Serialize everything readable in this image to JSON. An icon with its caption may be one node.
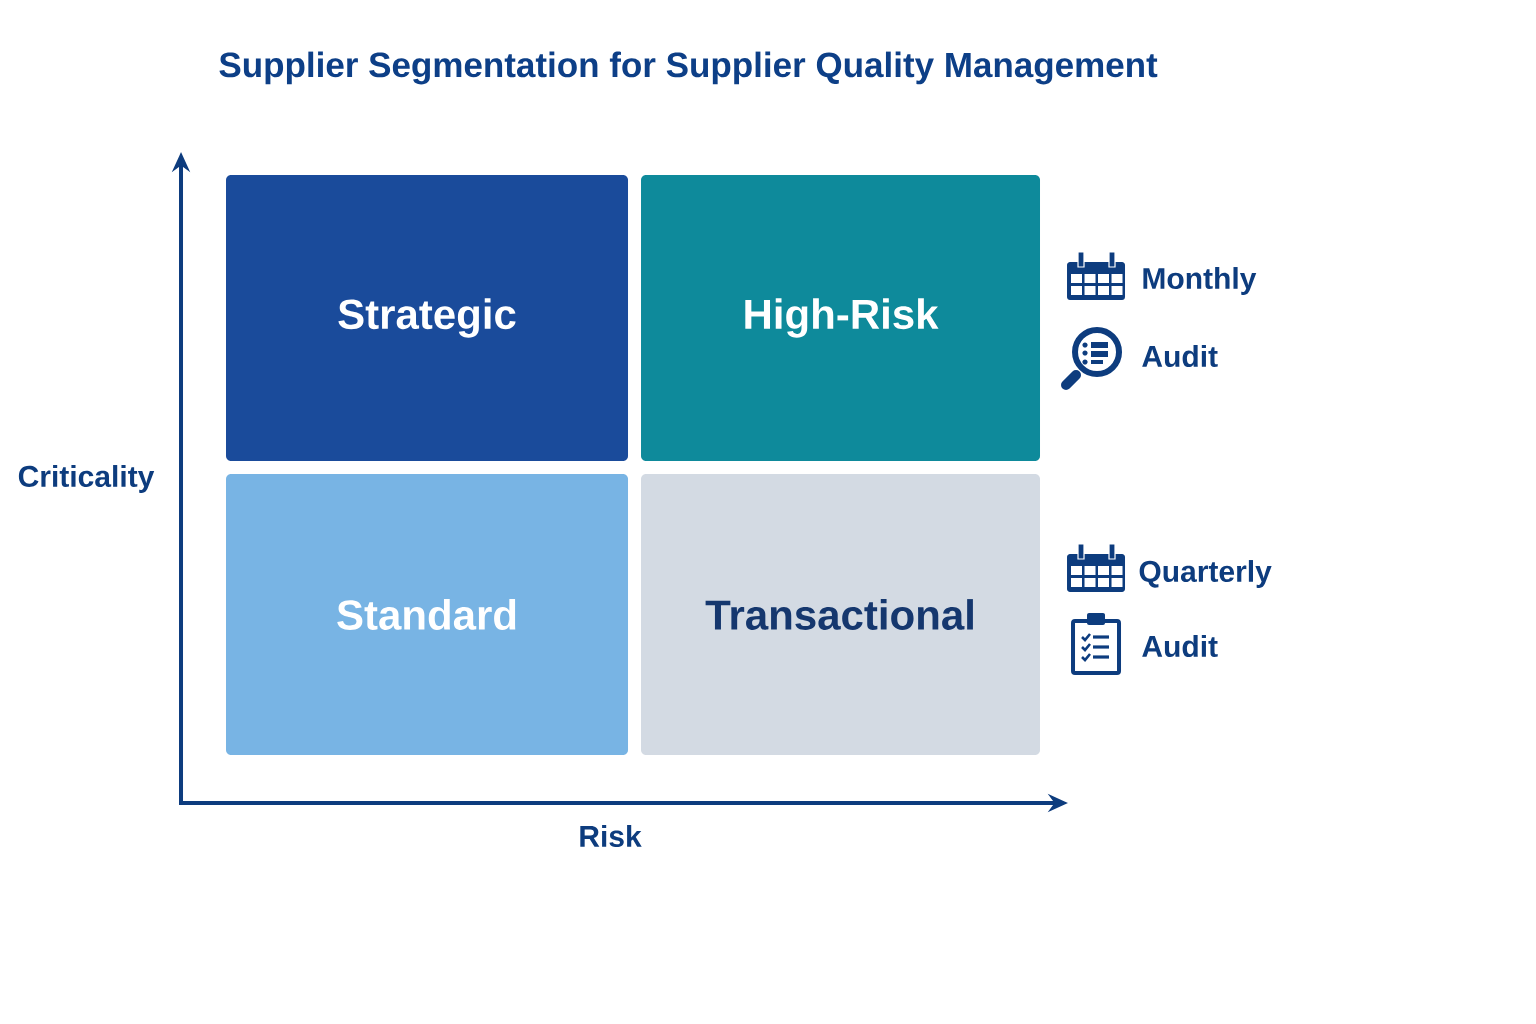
{
  "diagram": {
    "title": "Supplier Segmentation for Supplier Quality Management",
    "nodes": [
      {
        "text": [
          "Strategic"
        ]
      },
      {
        "text": [
          "High-Risk"
        ]
      },
      {
        "text": [
          "Standard"
        ]
      },
      {
        "text": [
          "Transactional"
        ]
      }
    ],
    "labels": [
      "Criticality",
      "Risk",
      "Monthly",
      "Audit",
      "Quarterly",
      "Audit"
    ]
  }
}
